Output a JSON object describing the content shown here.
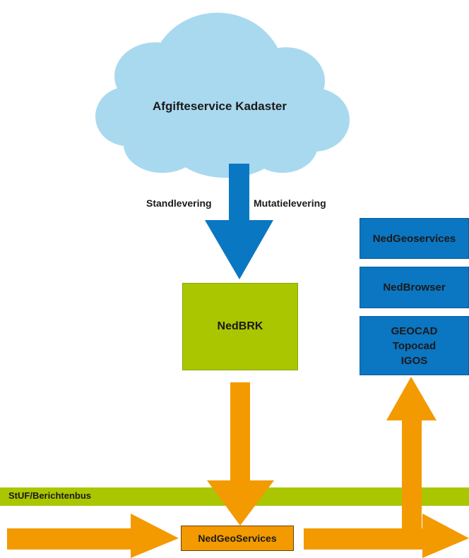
{
  "cloud": {
    "label": "Afgifteservice Kadaster"
  },
  "delivery": {
    "left_label": "Standlevering",
    "right_label": "Mutatielevering"
  },
  "nedbrk": {
    "label": "NedBRK"
  },
  "bus": {
    "label": "StUF/Berichtenbus"
  },
  "hub": {
    "label": "NedGeoServices"
  },
  "apps": {
    "top": "NedGeoservices",
    "middle": "NedBrowser",
    "bottom_lines": [
      "GEOCAD",
      "Topocad",
      "IGOS"
    ]
  },
  "colors": {
    "cloud": "#a9d9ef",
    "blue_arrow": "#0a77c2",
    "blue_box": "#0b76c1",
    "green": "#aac600",
    "orange": "#f39a00"
  }
}
